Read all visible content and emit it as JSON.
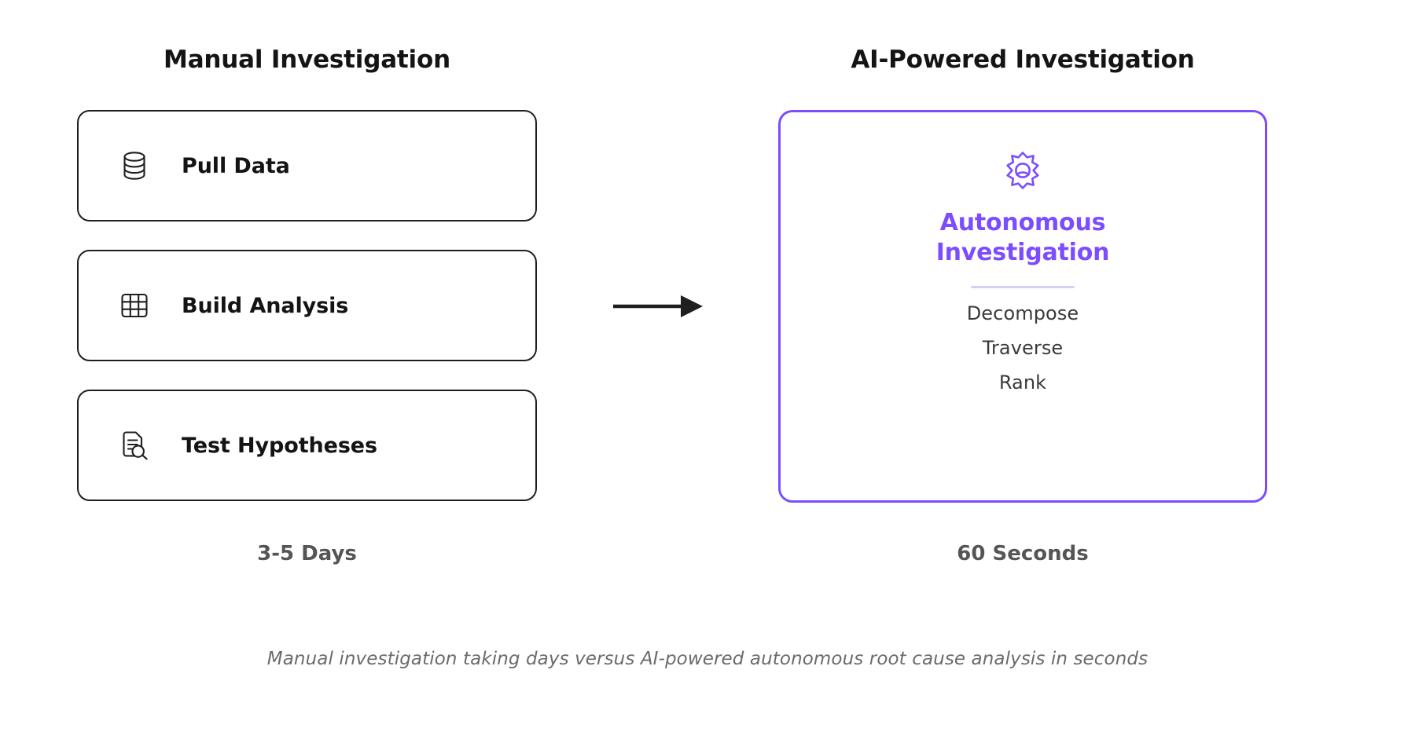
{
  "columns": {
    "left": {
      "heading": "Manual Investigation",
      "duration": "3-5 Days",
      "steps": [
        {
          "label": "Pull Data",
          "icon": "database-icon"
        },
        {
          "label": "Build Analysis",
          "icon": "table-grid-icon"
        },
        {
          "label": "Test Hypotheses",
          "icon": "document-search-icon"
        }
      ]
    },
    "right": {
      "heading": "AI-Powered Investigation",
      "duration": "60 Seconds",
      "card": {
        "icon": "ai-sparkle-badge-icon",
        "title_line1": "Autonomous",
        "title_line2": "Investigation",
        "steps": [
          "Decompose",
          "Traverse",
          "Rank"
        ]
      }
    }
  },
  "flow": {
    "arrow_icon": "arrow-right-icon"
  },
  "caption": "Manual investigation taking days versus AI-powered autonomous root cause analysis in seconds",
  "colors": {
    "accent": "#7c4dff",
    "divider": "#d8ccfc",
    "ink": "#141414",
    "muted": "#555555",
    "caption": "#6b6b6b"
  }
}
